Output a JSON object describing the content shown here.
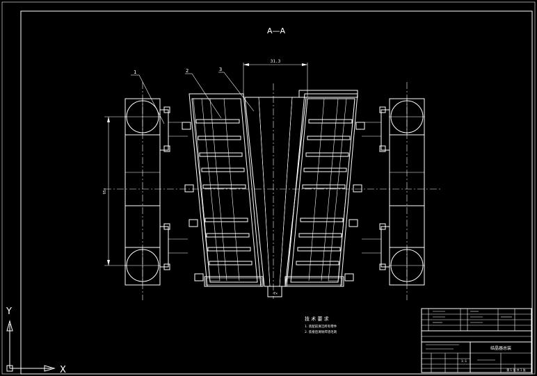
{
  "drawing": {
    "section_label": "A—A",
    "dimension_top": "31.3",
    "dimension_left": "95×",
    "dimension_bottom": "7×",
    "leaders": [
      "1",
      "2",
      "3"
    ],
    "tech_req_title": "技 术 要 求",
    "tech_req_lines": [
      "1. 装配前清洁所有零件",
      "2. 焦接后清除焊渣毛刺"
    ],
    "ucs_y": "Y",
    "ucs_x": "X"
  },
  "title_block": {
    "title": "结晶器总装",
    "scale_text": "1:1",
    "sheet_text": "第 1 张 共 1 张"
  },
  "colors": {
    "background": "#000000",
    "lines": "#ffffff"
  }
}
